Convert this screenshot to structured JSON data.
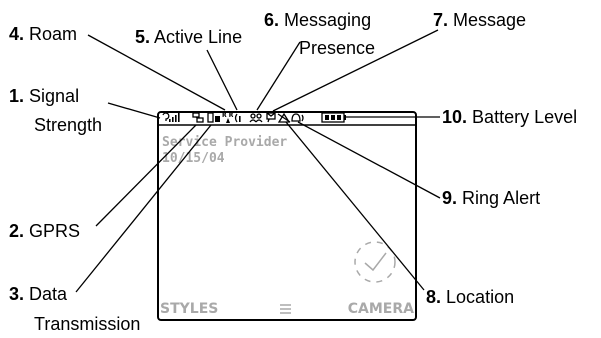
{
  "callouts": [
    {
      "num": "1.",
      "lines": [
        "Signal",
        "Strength"
      ],
      "icon": "signal-strength-icon"
    },
    {
      "num": "2.",
      "lines": [
        "GPRS"
      ],
      "icon": "gprs-icon"
    },
    {
      "num": "3.",
      "lines": [
        "Data",
        "Transmission"
      ],
      "icon": "data-transmission-icon"
    },
    {
      "num": "4.",
      "lines": [
        "Roam"
      ],
      "icon": "roam-icon"
    },
    {
      "num": "5.",
      "lines": [
        "Active Line"
      ],
      "icon": "active-line-icon"
    },
    {
      "num": "6.",
      "lines": [
        "Messaging",
        "Presence"
      ],
      "icon": "messaging-presence-icon"
    },
    {
      "num": "7.",
      "lines": [
        "Message"
      ],
      "icon": "message-icon"
    },
    {
      "num": "8.",
      "lines": [
        "Location"
      ],
      "icon": "location-icon"
    },
    {
      "num": "9.",
      "lines": [
        "Ring Alert"
      ],
      "icon": "ring-alert-icon"
    },
    {
      "num": "10.",
      "lines": [
        "Battery Level"
      ],
      "icon": "battery-level-icon"
    }
  ],
  "screen": {
    "provider": "Service Provider",
    "date": "10/15/04",
    "left_softkey": "STYLES",
    "right_softkey": "CAMERA",
    "menu_icon": "menu-icon",
    "clock_icon": "clock-icon"
  },
  "colors": {
    "screen_text": "#a9a9a9",
    "ink": "#000000"
  }
}
